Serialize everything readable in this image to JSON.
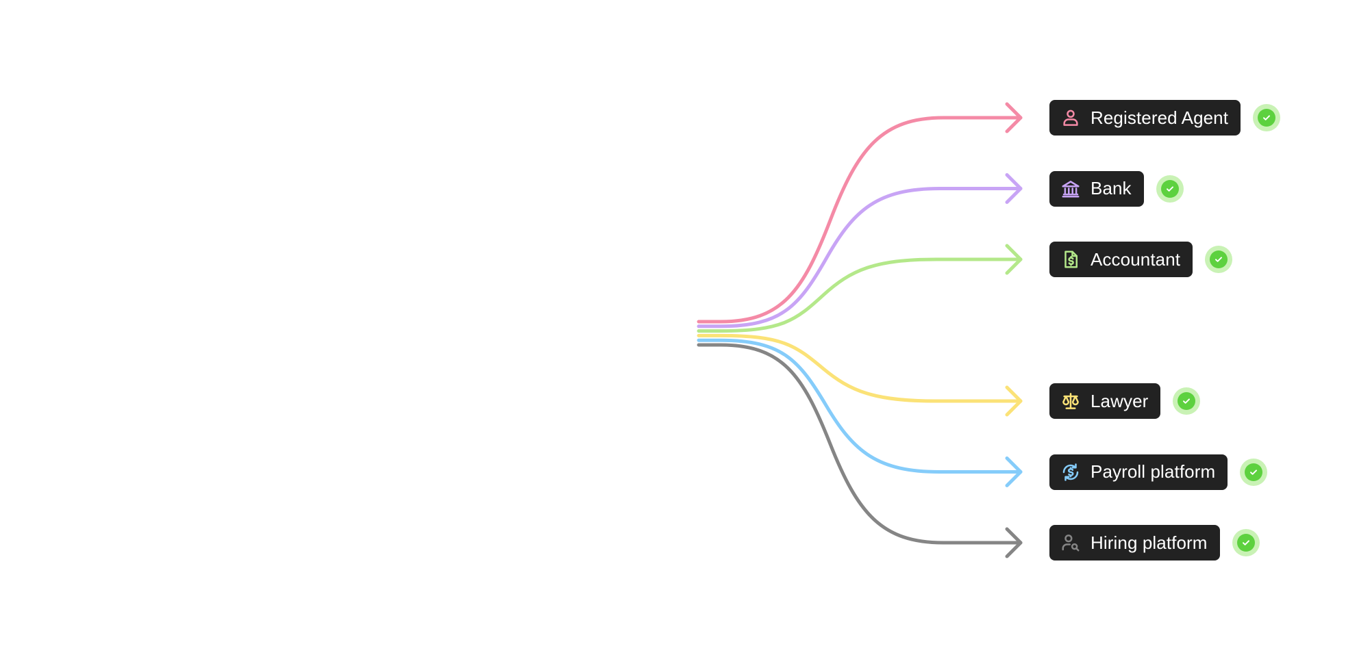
{
  "diagram": {
    "targets": [
      {
        "label": "Registered Agent",
        "icon": "person-icon",
        "color": "#f48aa6",
        "slot": 0
      },
      {
        "label": "Bank",
        "icon": "bank-icon",
        "color": "#c8a4f5",
        "slot": 1
      },
      {
        "label": "Accountant",
        "icon": "dollar-document-icon",
        "color": "#b4e88a",
        "slot": 2
      },
      {
        "label": "Lawyer",
        "icon": "scales-icon",
        "color": "#fbe277",
        "slot": 4
      },
      {
        "label": "Payroll platform",
        "icon": "dollar-sync-icon",
        "color": "#85ccfa",
        "slot": 5
      },
      {
        "label": "Hiring platform",
        "icon": "person-search-icon",
        "color": "#858585",
        "slot": 6
      }
    ],
    "status_colors": {
      "check_ring": "#c9f2b5",
      "check_fill": "#5dd13f"
    },
    "status_icon": "check-icon"
  }
}
